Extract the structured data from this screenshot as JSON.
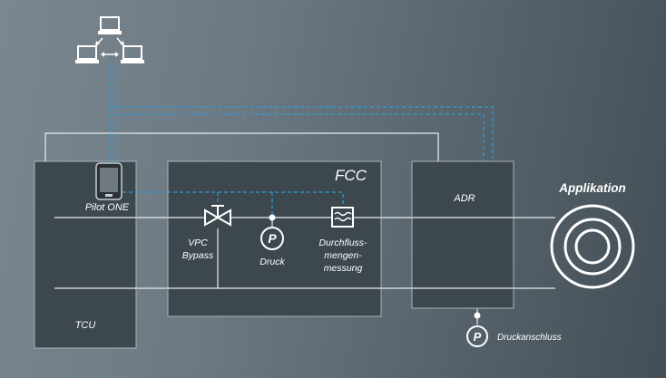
{
  "labels": {
    "fcc": "FCC",
    "adr": "ADR",
    "tcu": "TCU",
    "pilot": "Pilot ONE",
    "vpc_line1": "VPC",
    "vpc_line2": "Bypass",
    "druck": "Druck",
    "flow_line1": "Durchfluss-",
    "flow_line2": "mengen-",
    "flow_line3": "messung",
    "applikation": "Applikation",
    "druckanschluss": "Druckanschluss",
    "p_symbol": "P"
  },
  "colors": {
    "box_fill": "#3d474e",
    "box_stroke": "#aab3b9",
    "line": "#e8ecef",
    "dashed": "#2b9fd9"
  },
  "icons": [
    "network-computers-icon",
    "pilot-one-device-icon",
    "valve-icon",
    "pressure-sensor-icon",
    "flow-meter-icon",
    "application-rings-icon"
  ]
}
